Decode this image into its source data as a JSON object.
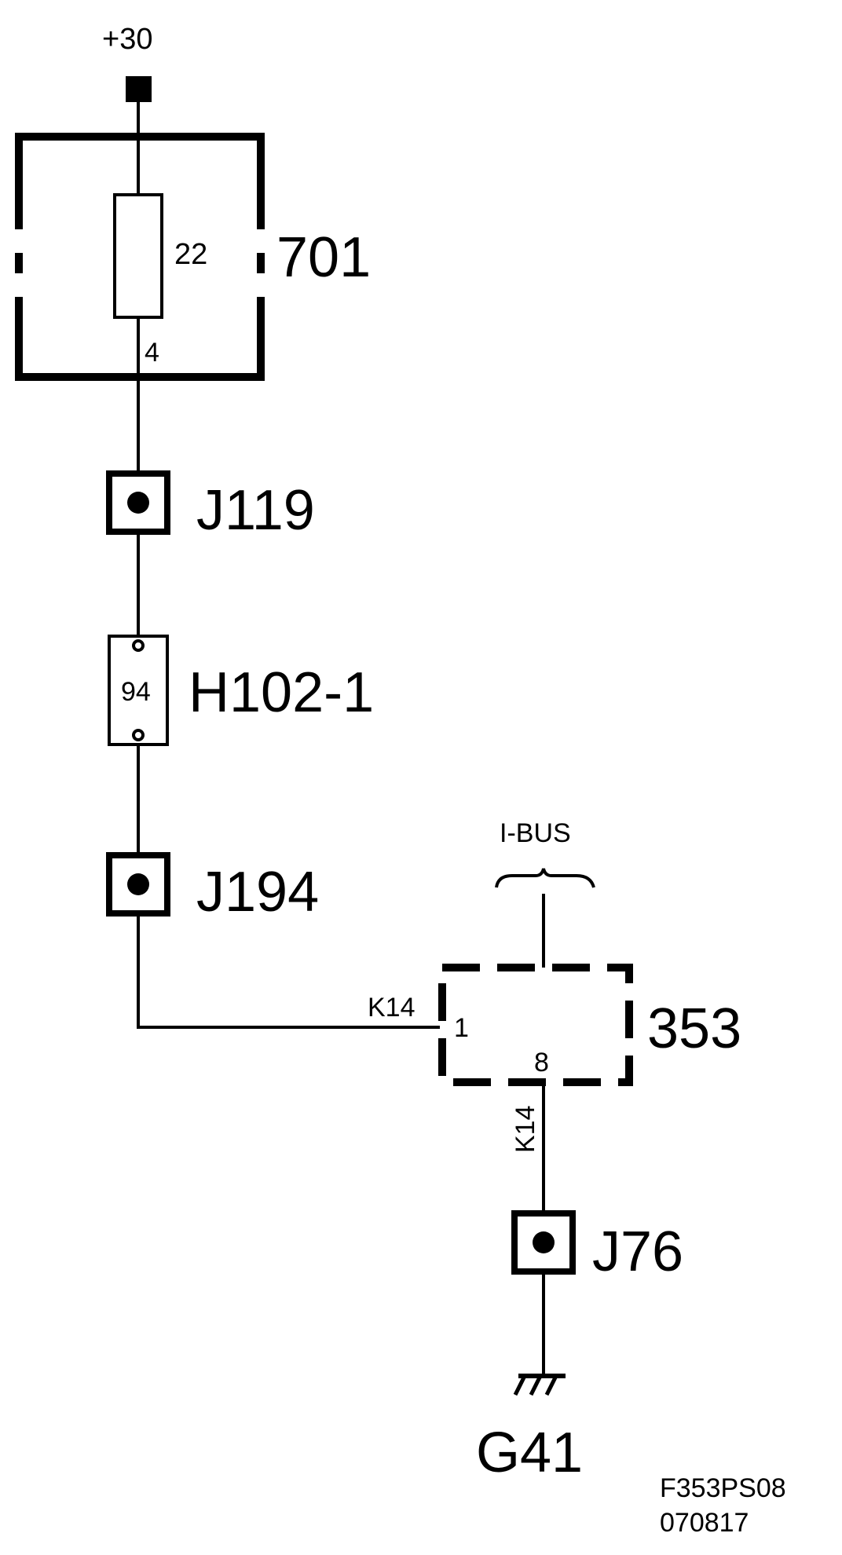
{
  "supply": {
    "label": "+30"
  },
  "fuse_box": {
    "id": "701",
    "fuse_number": "22",
    "pin": "4"
  },
  "connectors": {
    "j119": {
      "label": "J119"
    },
    "h102": {
      "label": "H102-1",
      "pin": "94"
    },
    "j194": {
      "label": "J194"
    },
    "j76": {
      "label": "J76"
    }
  },
  "module": {
    "id": "353",
    "pin_in": "1",
    "pin_out": "8",
    "bus": "I-BUS"
  },
  "wires": {
    "to_module": "K14",
    "from_module": "K14"
  },
  "ground": {
    "label": "G41"
  },
  "footer": {
    "code": "F353PS08",
    "date": "070817"
  },
  "colors": {
    "ink": "#000000",
    "background": "#ffffff"
  }
}
